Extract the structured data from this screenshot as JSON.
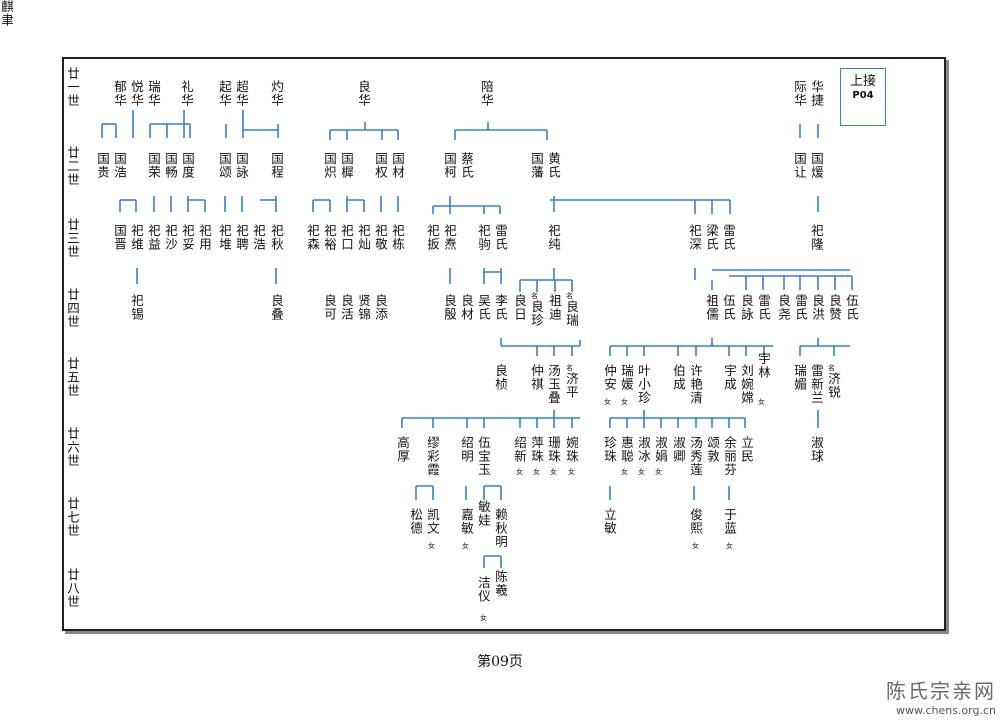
{
  "page_label": "第09页",
  "continuation": {
    "line1": "上接",
    "line2": "P04"
  },
  "watermark": {
    "title": "陈氏宗亲网",
    "url": "www.chens.org.cn"
  },
  "generations": [
    "廿一世",
    "廿二世",
    "廿三世",
    "廿四世",
    "廿五世",
    "廿六世",
    "廿七世",
    "廿八世"
  ],
  "names": [
    "郁华",
    "悦华",
    "瑞华",
    "礼华",
    "起华",
    "超华",
    "灼华",
    "良华",
    "陪华",
    "际华",
    "华捷",
    "国贵",
    "国浩",
    "国荣",
    "国畅",
    "国度",
    "国颂",
    "国詠",
    "国程",
    "国炽",
    "国樨",
    "国权",
    "国材",
    "国柯",
    "蔡氏",
    "国藩",
    "黄氏",
    "国让",
    "国煖",
    "国晋",
    "祀维",
    "祀益",
    "祀沙",
    "祀妥",
    "祀用",
    "祀堆",
    "祀聘",
    "祀浩",
    "祀秋",
    "祀森",
    "祀裕",
    "祀口",
    "祀灿",
    "祀敬",
    "祀栋",
    "祀扳",
    "祀焘",
    "祀驹",
    "雷氏",
    "祀纯",
    "祀深",
    "梁氏",
    "雷氏",
    "祀隆",
    "祀锡",
    "良叠",
    "良可",
    "良活",
    "贤锦",
    "良添",
    "良殷",
    "良材",
    "吴氏",
    "李氏",
    "良日",
    "良珍",
    "祖迪",
    "良瑞",
    "祖儒",
    "伍氏",
    "良詠",
    "雷氏",
    "良尧",
    "雷氏",
    "良洪",
    "良赞",
    "伍氏",
    "良桢",
    "仲祺",
    "汤玉叠",
    "济平",
    "仲安",
    "瑞媛",
    "叶小珍",
    "伯成",
    "许艳清",
    "宇成",
    "刘婉嫦",
    "宇林",
    "瑞媚",
    "雷新兰",
    "济锐",
    "高厚",
    "缪彩霞",
    "绍明",
    "伍宝玉",
    "绍新",
    "萍珠",
    "珊珠",
    "婉珠",
    "珍珠",
    "惠聪",
    "淑冰",
    "淑娟",
    "淑卿",
    "汤秀莲",
    "颂敦",
    "余丽芬",
    "立民",
    "淑球",
    "松德",
    "凯文",
    "嘉敏",
    "敏娃",
    "赖秋明",
    "立敏",
    "俊熙",
    "于蓝",
    "洁仪",
    "陈羲",
    "麒聿"
  ],
  "notes": [
    "名",
    "女"
  ]
}
